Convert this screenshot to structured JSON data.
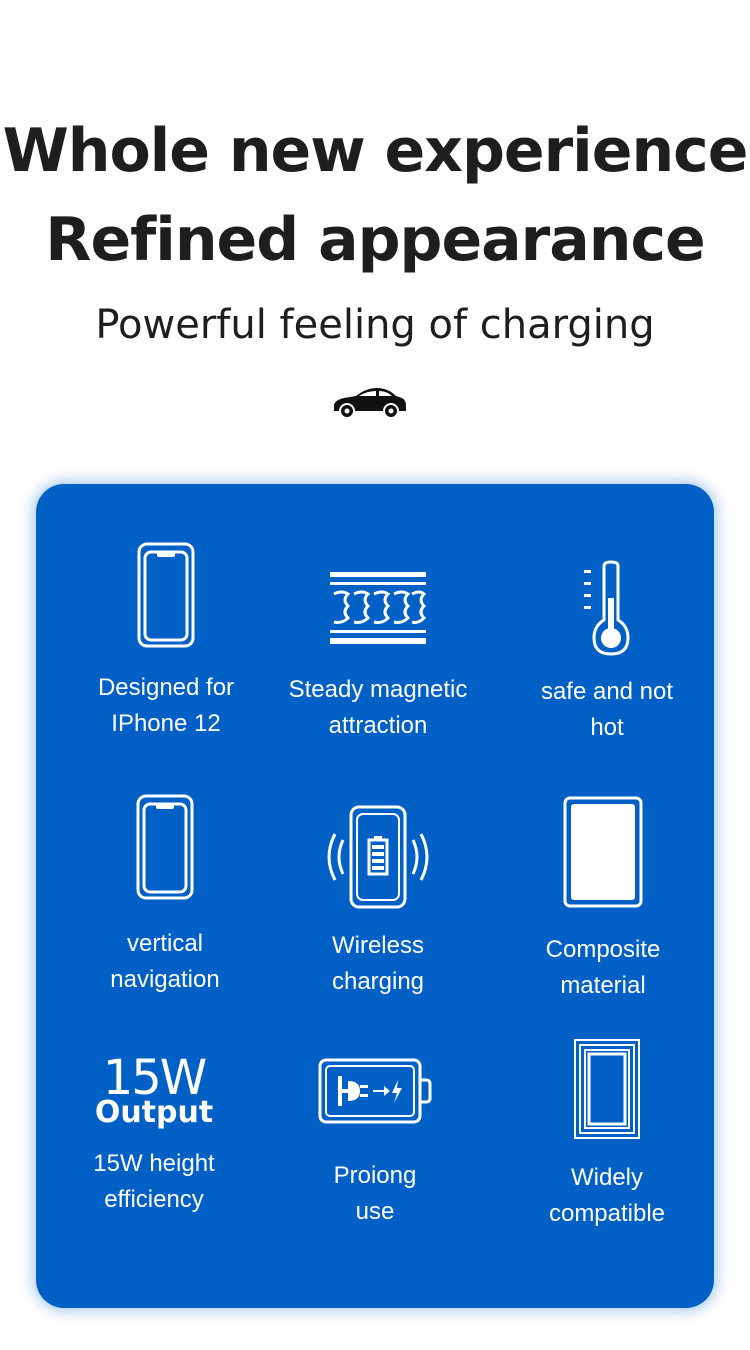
{
  "header": {
    "line1": "Whole new experience",
    "line2": "Refined appearance",
    "tagline": "Powerful feeling of charging",
    "car_icon": "car-icon"
  },
  "features": {
    "designed": {
      "label": "Designed for\nIPhone 12",
      "icon": "phone-outline-icon"
    },
    "magnetic": {
      "label": "Steady magnetic\nattraction",
      "icon": "magnet-coil-icon"
    },
    "safe": {
      "label": "safe and not\nhot",
      "icon": "thermometer-icon"
    },
    "vertical": {
      "label": "vertical\nnavigation",
      "icon": "phone-outline-icon"
    },
    "wireless": {
      "label": "Wireless\ncharging",
      "icon": "wireless-charging-icon"
    },
    "composite": {
      "label": "Composite\nmaterial",
      "icon": "composite-card-icon"
    },
    "output": {
      "big": "15W",
      "sub": "Output",
      "label": "15W height\nefficiency"
    },
    "prolong": {
      "label": "Proiong\nuse",
      "icon": "battery-plug-icon"
    },
    "compatible": {
      "label": "Widely\ncompatible",
      "icon": "nested-frames-icon"
    }
  },
  "colors": {
    "panel": "#0060c6",
    "text": "#1e1e1e",
    "icon": "#ffffff"
  }
}
